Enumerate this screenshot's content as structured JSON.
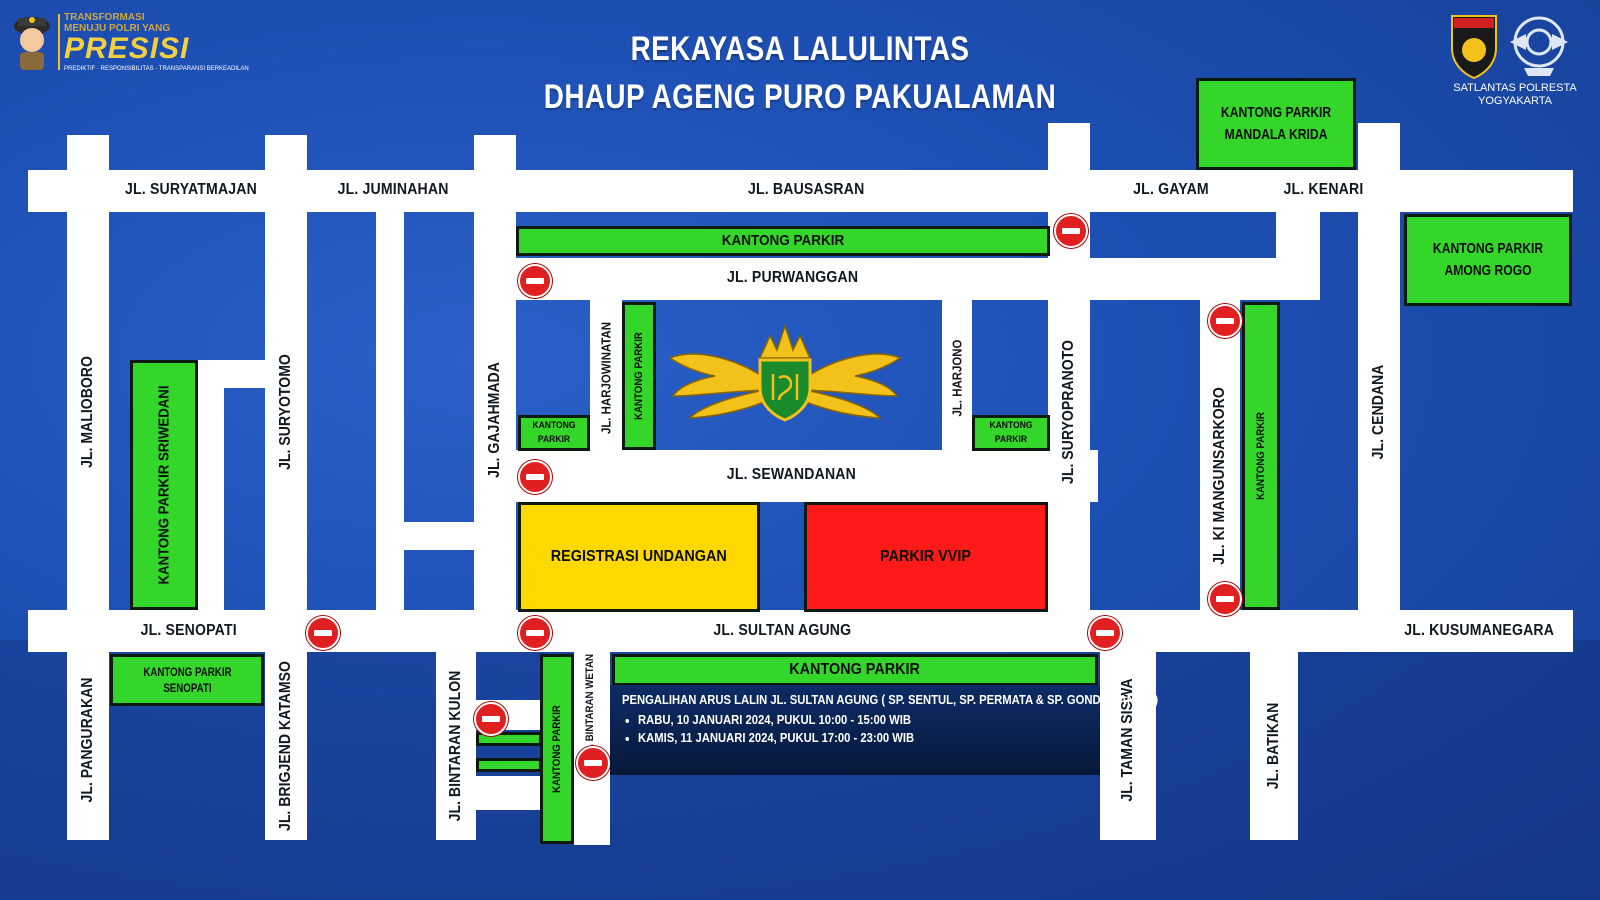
{
  "title_line1": "REKAYASA LALULINTAS",
  "title_line2": "DHAUP AGENG PURO PAKUALAMAN",
  "logo_left": {
    "line1": "TRANSFORMASI",
    "line2": "MENUJU POLRI YANG",
    "brand": "PRESISI",
    "tagline": "PREDIKTIF · RESPONSIBILITAS · TRANSPARANSI BERKEADILAN"
  },
  "logo_right": {
    "line1": "SATLANTAS POLRESTA",
    "line2": "YOGYAKARTA"
  },
  "roads_horizontal": {
    "suryatmajan": "JL. SURYATMAJAN",
    "juminahan": "JL. JUMINAHAN",
    "bausasran": "JL. BAUSASRAN",
    "gayam": "JL. GAYAM",
    "kenari": "JL. KENARI",
    "purwanggan": "JL. PURWANGGAN",
    "sewandanan": "JL. SEWANDANAN",
    "senopati": "JL. SENOPATI",
    "sultan_agung": "JL. SULTAN AGUNG",
    "kusumanegara": "JL. KUSUMANEGARA"
  },
  "roads_vertical": {
    "malioboro": "JL. MALIOBORO",
    "suryotomo": "JL. SURYOTOMO",
    "gajahmada": "JL. GAJAHMADA",
    "harjowinatan": "JL. HARJOWINATAN",
    "harjono": "JL. HARJONO",
    "suryopranoto": "JL. SURYOPRANOTO",
    "ki_mangunsarkoro": "JL. KI MANGUNSARKORO",
    "cendana": "JL. CENDANA",
    "pangurakan": "JL. PANGURAKAN",
    "brigjend_katamso": "JL. BRIGJEND KATAMSO",
    "bintaran_kulon": "JL. BINTARAN KULON",
    "bintaran_wetan": "JL. BINTARAN WETAN",
    "taman_siswa": "JL. TAMAN SISWA",
    "batikan": "JL. BATIKAN"
  },
  "zones": {
    "kantong_parkir": "KANTONG PARKIR",
    "mandala_krida_1": "KANTONG PARKIR",
    "mandala_krida_2": "MANDALA KRIDA",
    "among_rogo_1": "KANTONG PARKIR",
    "among_rogo_2": "AMONG ROGO",
    "sriwedani": "KANTONG PARKIR SRIWEDANI",
    "senopati_1": "KANTONG PARKIR",
    "senopati_2": "SENOPATI",
    "registrasi": "REGISTRASI UNDANGAN",
    "vvip": "PARKIR VVIP"
  },
  "colors": {
    "background": "#1d4fb3",
    "road": "#ffffff",
    "parking": "#35d62a",
    "registration": "#ffd800",
    "vvip": "#ff1a1a",
    "no_entry": "#e02020"
  },
  "info": {
    "heading": "PENGALIHAN ARUS LALIN JL. SULTAN AGUNG ( SP. SENTUL, SP. PERMATA & SP. GONDOMANAN )",
    "item1": "RABU, 10 JANUARI 2024, PUKUL 10:00 - 15:00 WIB",
    "item2": "KAMIS, 11 JANUARI 2024, PUKUL 17:00 - 23:00 WIB"
  }
}
